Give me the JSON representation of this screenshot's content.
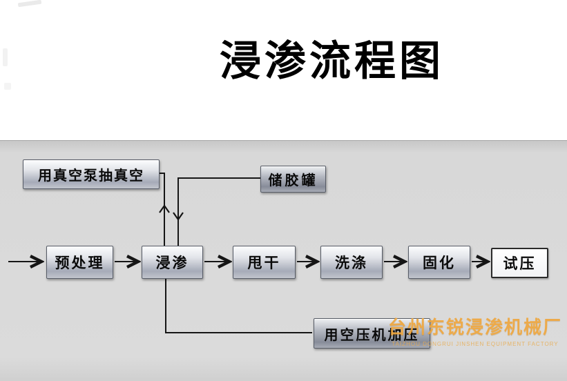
{
  "title": "浸渗流程图",
  "flow": {
    "nodes": [
      {
        "id": "vacuum-pump",
        "label": "用真空泵抽真空"
      },
      {
        "id": "glue-tank",
        "label": "储胶罐"
      },
      {
        "id": "pretreatment",
        "label": "预处理"
      },
      {
        "id": "impregnation",
        "label": "浸渗"
      },
      {
        "id": "spin-dry",
        "label": "甩干"
      },
      {
        "id": "washing",
        "label": "洗涤"
      },
      {
        "id": "curing",
        "label": "固化"
      },
      {
        "id": "pressure-test",
        "label": "试压"
      },
      {
        "id": "air-compressor",
        "label": "用空压机加压"
      }
    ],
    "edges": [
      {
        "from": "start",
        "to": "pretreatment"
      },
      {
        "from": "pretreatment",
        "to": "impregnation"
      },
      {
        "from": "impregnation",
        "to": "spin-dry"
      },
      {
        "from": "spin-dry",
        "to": "washing"
      },
      {
        "from": "washing",
        "to": "curing"
      },
      {
        "from": "curing",
        "to": "pressure-test"
      },
      {
        "from": "impregnation",
        "to": "vacuum-pump"
      },
      {
        "from": "glue-tank",
        "to": "impregnation"
      },
      {
        "from": "air-compressor",
        "to": "impregnation"
      }
    ]
  },
  "watermark": {
    "cn": "台州东锐浸渗机械厂",
    "en": "TAIZHOU DONGRUI JINSHEN EQUIPMENT FACTORY"
  },
  "colors": {
    "panel_bg": "#d8d8d8",
    "node_silver": "#a6abb8",
    "node_border": "#565b66",
    "arrow": "#151515",
    "watermark_orange": "#efa73e",
    "title_black": "#000000"
  }
}
